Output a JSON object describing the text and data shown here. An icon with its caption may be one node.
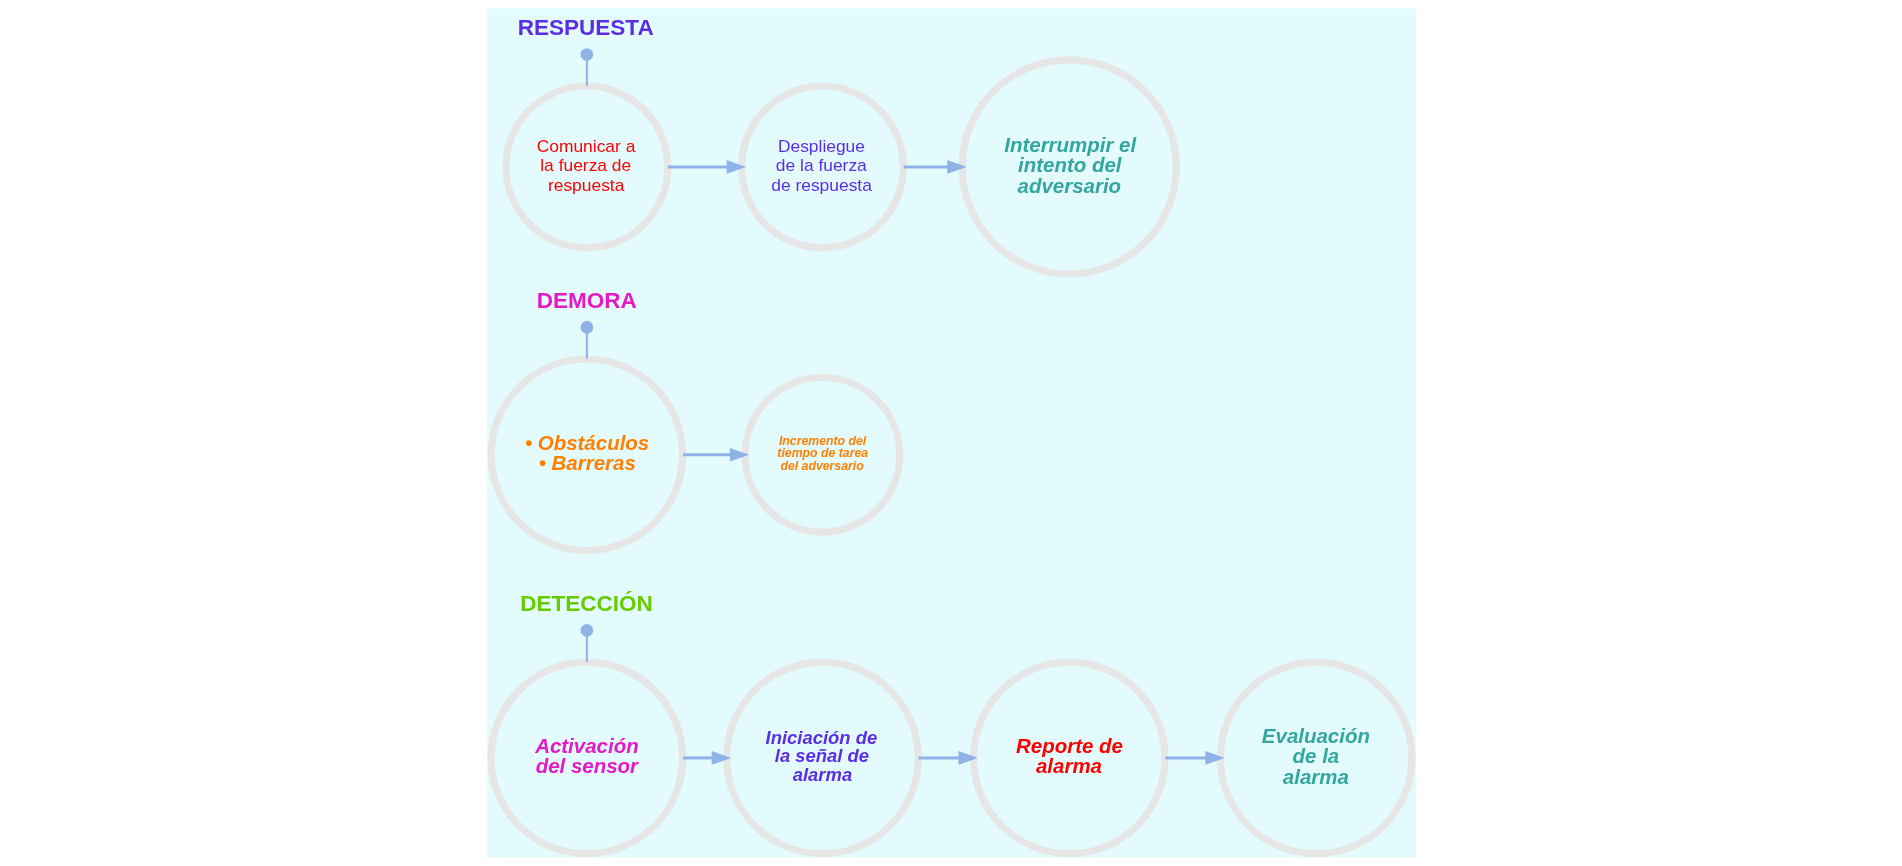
{
  "diagram": {
    "nodes": [
      {
        "text": [
          "Activación del sensor"
        ]
      },
      {
        "text": [
          "DETECCIÓN"
        ]
      },
      {
        "text": [
          "Iniciación de la señal de alarma"
        ]
      },
      {
        "text": [
          "Reporte de alarma"
        ]
      },
      {
        "text": [
          "Evaluación de la alarma"
        ]
      },
      {
        "text": [
          "DEMORA"
        ]
      },
      {
        "text": [
          "• Obstáculos",
          "• Barreras"
        ]
      },
      {
        "text": [
          "Incremento del tiempo de tarea del adversario"
        ]
      },
      {
        "text": [
          "Comunicar a la fuerza de respuesta"
        ]
      },
      {
        "text": [
          "RESPUESTA"
        ]
      },
      {
        "text": [
          "Despliegue de la fuerza de respuesta"
        ]
      },
      {
        "text": [
          "Interrumpir el intento del adversario"
        ]
      }
    ],
    "edges": [
      {
        "from": 0,
        "to": 2,
        "arrow": "to"
      },
      {
        "from": 2,
        "to": 3,
        "arrow": "to"
      },
      {
        "from": 3,
        "to": 4,
        "arrow": "to"
      },
      {
        "from": 1,
        "to": 0,
        "arrow": "other"
      },
      {
        "from": 5,
        "to": 6,
        "arrow": "other"
      },
      {
        "from": 6,
        "to": 7,
        "arrow": "to"
      },
      {
        "from": 9,
        "to": 8,
        "arrow": "other"
      },
      {
        "from": 8,
        "to": 10,
        "arrow": "to"
      },
      {
        "from": 10,
        "to": 11,
        "arrow": "to"
      }
    ]
  }
}
